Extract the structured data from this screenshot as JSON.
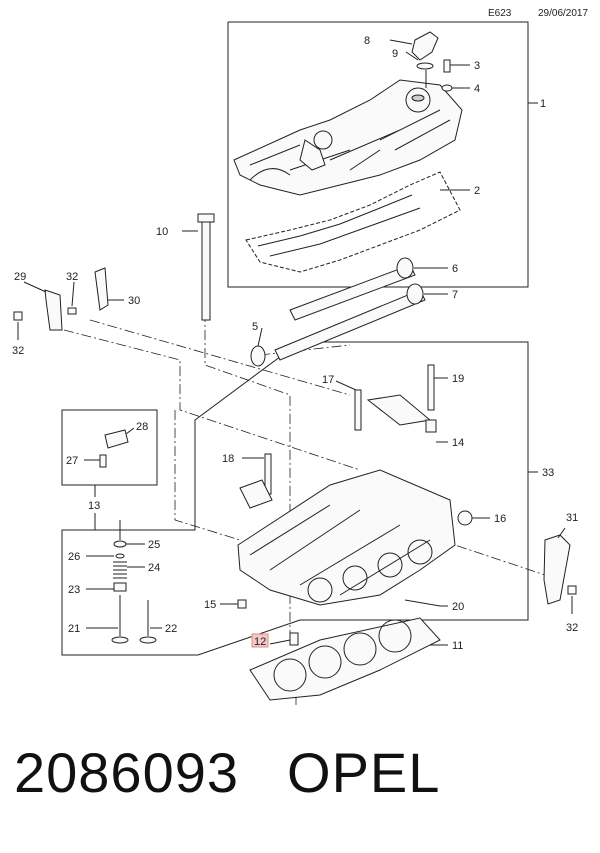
{
  "header": {
    "code": "E623",
    "date": "29/06/2017"
  },
  "footer": {
    "part_number": "2086093",
    "brand": "OPEL"
  },
  "callouts": {
    "c1": "1",
    "c2": "2",
    "c3": "3",
    "c4": "4",
    "c5": "5",
    "c6": "6",
    "c7": "7",
    "c8": "8",
    "c9": "9",
    "c10": "10",
    "c11": "11",
    "c12": "12",
    "c13": "13",
    "c14": "14",
    "c15": "15",
    "c16": "16",
    "c17": "17",
    "c18": "18",
    "c19": "19",
    "c20": "20",
    "c21": "21",
    "c22": "22",
    "c23": "23",
    "c24": "24",
    "c25": "25",
    "c26": "26",
    "c27": "27",
    "c28": "28",
    "c29": "29",
    "c30": "30",
    "c31": "31",
    "c32a": "32",
    "c32b": "32",
    "c32c": "32",
    "c33": "33"
  },
  "highlighted_callout": "12",
  "colors": {
    "line": "#222222",
    "highlight": "#f3c8c8"
  }
}
